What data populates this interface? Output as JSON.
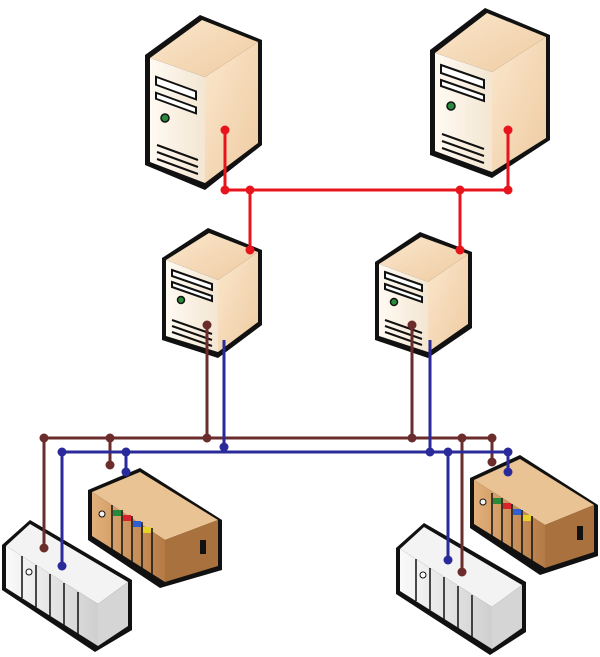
{
  "diagram": {
    "kind": "industrial network topology",
    "nodes": [
      {
        "id": "server-left",
        "type": "server-tower"
      },
      {
        "id": "server-right",
        "type": "server-tower"
      },
      {
        "id": "controller-left",
        "type": "controller-tower"
      },
      {
        "id": "controller-right",
        "type": "controller-tower"
      },
      {
        "id": "io-rack-left",
        "type": "io-rack"
      },
      {
        "id": "io-rack-right",
        "type": "io-rack"
      },
      {
        "id": "plc-left",
        "type": "plc-module"
      },
      {
        "id": "plc-right",
        "type": "plc-module"
      }
    ],
    "buses": [
      {
        "id": "upper-bus",
        "color": "#e8141c"
      },
      {
        "id": "brown-bus",
        "color": "#6b2c2c"
      },
      {
        "id": "blue-bus",
        "color": "#2a2a9a"
      }
    ],
    "colors": {
      "tower_fill": "#f7ebd8",
      "tower_shade": "#f0d7b6",
      "rack_fill": "#eeeeee",
      "plc_fill": "#d7a974",
      "plc_dark": "#b37a44",
      "led_green": "#2a8a3c",
      "outline": "#111111"
    }
  }
}
